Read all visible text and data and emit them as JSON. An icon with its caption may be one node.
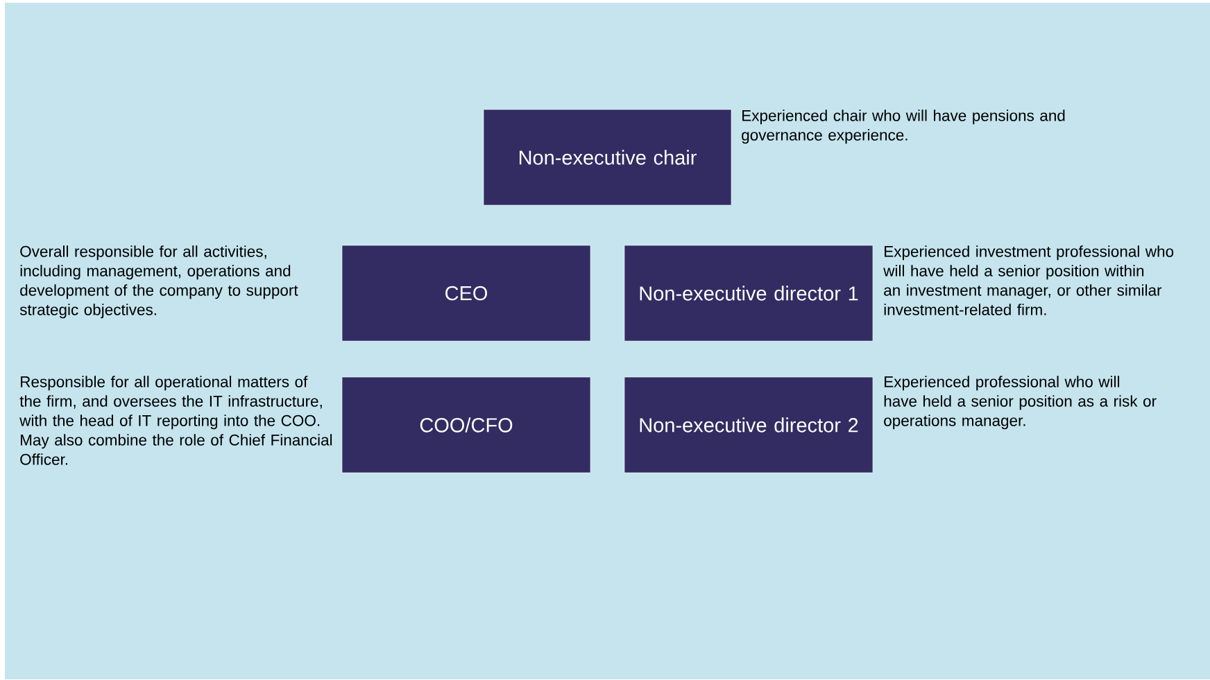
{
  "diagram": {
    "nodes": [
      {
        "text": [
          "Non-executive chair"
        ],
        "beside": [
          "Experienced chair who will have pensions and governance experience."
        ]
      },
      {
        "text": [
          "CEO"
        ],
        "beside": [
          "Overall responsible for all activities, including management, operations and development of the company to support strategic objectives."
        ]
      },
      {
        "text": [
          "Non-executive director 1"
        ],
        "beside": [
          "Experienced investment professional who will have held a senior position within an investment manager, or other similar investment-related firm."
        ]
      },
      {
        "text": [
          "COO/CFO"
        ],
        "beside": [
          "Responsible for all operational matters of the firm, and oversees the IT infrastructure, with the head of IT reporting into the COO. May also combine the role of Chief Financial Officer."
        ]
      },
      {
        "text": [
          "Non-executive director 2"
        ],
        "beside": [
          "Experienced professional who will have held a senior position as a risk or operations manager."
        ]
      }
    ]
  }
}
